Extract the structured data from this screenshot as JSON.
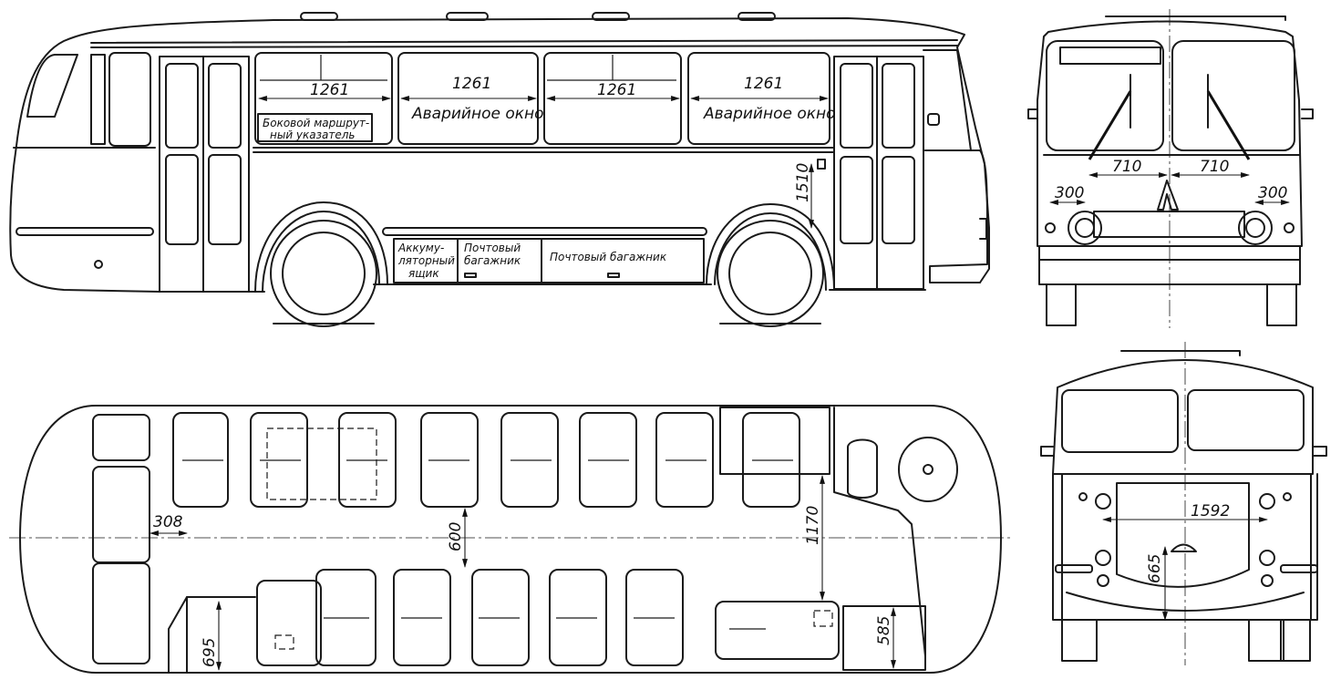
{
  "side_view": {
    "window_dims": [
      "1261",
      "1261",
      "1261",
      "1261"
    ],
    "emergency_1": "Аварийное окно",
    "emergency_2": "Аварийное окно",
    "route_sign_1": "Боковой маршрут-",
    "route_sign_2": "ный указатель",
    "height_dim": "1510",
    "battery_1": "Аккуму-",
    "battery_2": "ляторный",
    "battery_3": "ящик",
    "mail_1": "Почтовый",
    "mail_2": "багажник",
    "mail_big": "Почтовый багажник"
  },
  "front_view": {
    "wiper_left": "710",
    "wiper_right": "710",
    "lamp_left": "300",
    "lamp_right": "300"
  },
  "plan_view": {
    "dim_308": "308",
    "dim_600": "600",
    "dim_1170": "1170",
    "dim_695": "695",
    "dim_585": "585"
  },
  "rear_view": {
    "dim_1592": "1592",
    "dim_665": "665"
  }
}
